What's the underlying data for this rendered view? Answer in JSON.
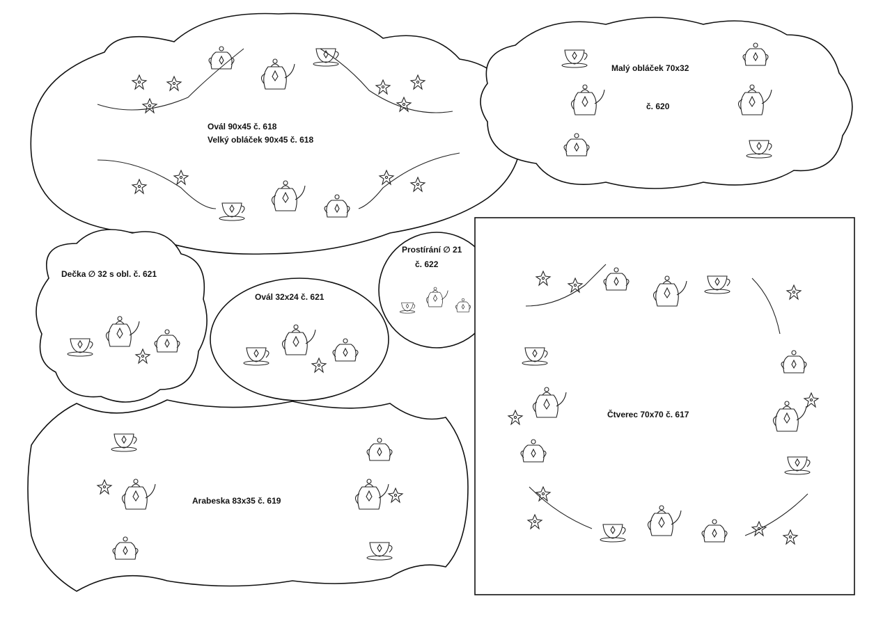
{
  "sheet": {
    "background_color": "#ffffff",
    "line_color": "#111111"
  },
  "patterns": [
    {
      "id": "oval-618",
      "lines": [
        "Ovál 90x45   č. 618",
        "Velký obláček 90x45   č. 618"
      ],
      "motifs": [
        "teapot-icon",
        "cup-icon",
        "sugar-bowl-icon",
        "flower-icon"
      ]
    },
    {
      "id": "cloud-620",
      "lines": [
        "Malý obláček 70x32",
        "č. 620"
      ],
      "motifs": [
        "teapot-icon",
        "cup-icon",
        "sugar-bowl-icon"
      ]
    },
    {
      "id": "doily-621",
      "lines": [
        "Dečka ∅ 32 s obl. č. 621"
      ],
      "motifs": [
        "cup-icon",
        "teapot-icon",
        "sugar-bowl-icon"
      ]
    },
    {
      "id": "oval-621",
      "lines": [
        "Ovál 32x24   č. 621"
      ],
      "motifs": [
        "cup-icon",
        "teapot-icon",
        "sugar-bowl-icon"
      ]
    },
    {
      "id": "placemat-622",
      "lines": [
        "Prostírání ∅ 21",
        "č. 622"
      ],
      "motifs": [
        "cup-icon",
        "teapot-icon",
        "sugar-bowl-icon"
      ]
    },
    {
      "id": "square-617",
      "lines": [
        "Čtverec 70x70   č. 617"
      ],
      "motifs": [
        "teapot-icon",
        "cup-icon",
        "sugar-bowl-icon",
        "flower-icon"
      ]
    },
    {
      "id": "arabeska-619",
      "lines": [
        "Arabeska 83x35   č. 619"
      ],
      "motifs": [
        "cup-icon",
        "teapot-icon",
        "sugar-bowl-icon",
        "flower-icon"
      ]
    }
  ]
}
